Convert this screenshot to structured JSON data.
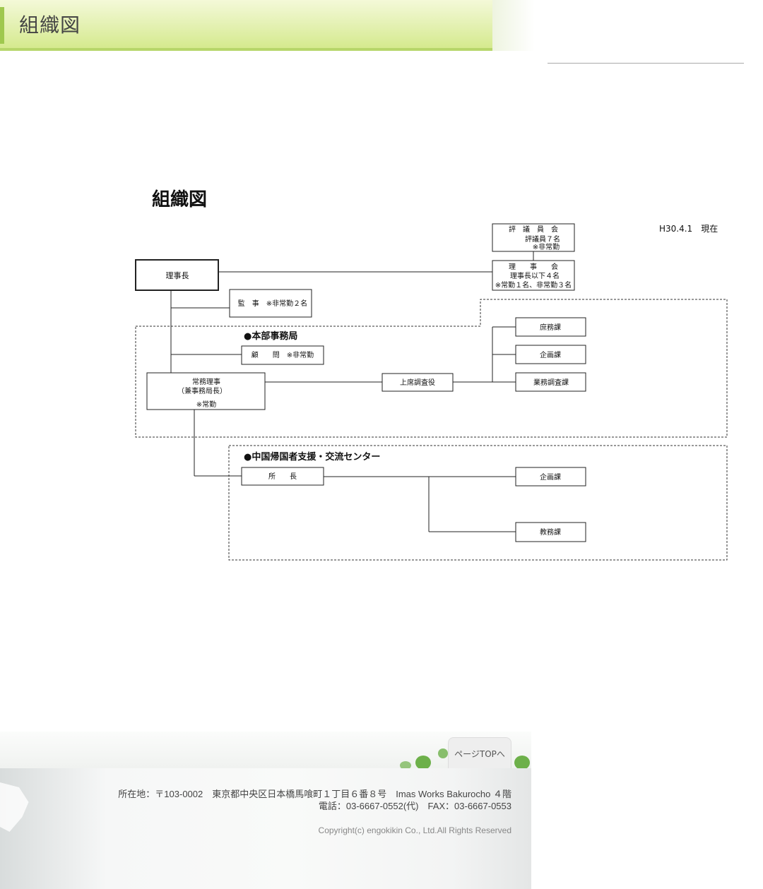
{
  "page": {
    "heading": "組織図"
  },
  "diagram": {
    "title": "組織図",
    "date": "H30.4.1　現在",
    "nodes": {
      "hyogiinkai": {
        "label": "評　議　員　会",
        "line2": "評議員７名",
        "line3": "※非常勤"
      },
      "rijikai": {
        "label": "理　　事　　会",
        "line2": "理事長以下４名",
        "line3": "※常勤１名、非常勤３名"
      },
      "rijicho": {
        "label": "理事長"
      },
      "kanji": {
        "label": "監　事　※非常勤２名"
      },
      "komon": {
        "label": "顧　　問　※非常勤"
      },
      "jomuriji": {
        "label": "常務理事",
        "line2": "（兼事務局長）",
        "line3": "※常勤"
      },
      "joseki": {
        "label": "上席調査役"
      },
      "shomuka": {
        "label": "庶務課"
      },
      "kikakuka1": {
        "label": "企画課"
      },
      "gyomuka": {
        "label": "業務調査課"
      },
      "shocho": {
        "label": "所　　長"
      },
      "kikakuka2": {
        "label": "企画課"
      },
      "kyomuka": {
        "label": "教務課"
      }
    },
    "groups": {
      "honbu": {
        "label": "●本部事務局"
      },
      "center": {
        "label": "●中国帰国者支援・交流センター"
      }
    }
  },
  "footer": {
    "pagetop_label": "ページTOPへ",
    "address": "所在地：〒103-0002　東京都中央区日本橋馬喰町１丁目６番８号　Imas Works Bakurocho ４階",
    "phone": "電話：03-6667-0552(代)　FAX：03-6667-0553",
    "copyright": "Copyright(c) engokikin Co., Ltd.All Rights Reserved"
  },
  "colors": {
    "title_bar": "#d5ea8e",
    "accent": "#9fc84e",
    "clover": "#6db04a"
  }
}
